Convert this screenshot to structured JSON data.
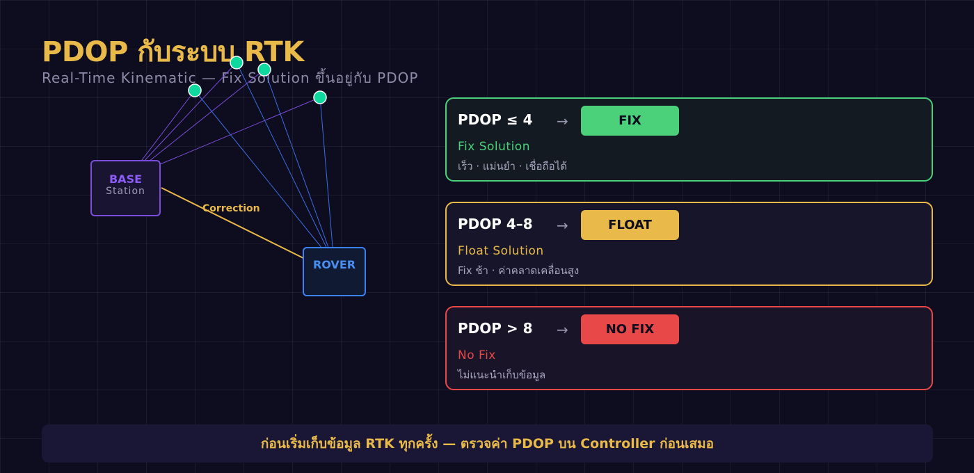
{
  "header": {
    "title": "PDOP กับระบบ RTK",
    "subtitle": "Real-Time Kinematic — Fix Solution ขึ้นอยู่กับ PDOP"
  },
  "diagram": {
    "base_label": "BASE",
    "base_sublabel": "Station",
    "rover_label": "ROVER",
    "correction_label": "Correction",
    "satellite_count": 4,
    "colors": {
      "base": "#8b5cf6",
      "rover": "#3b82f6",
      "correction": "#e9b949",
      "satellite": "#10d9a0"
    }
  },
  "cards": [
    {
      "pdop": "PDOP ≤ 4",
      "arrow": "→",
      "badge": "FIX",
      "solution": "Fix Solution",
      "description": "เร็ว · แม่นยำ · เชื่อถือได้",
      "color": "#4ad17a",
      "bg": "#141a22"
    },
    {
      "pdop": "PDOP 4–8",
      "arrow": "→",
      "badge": "FLOAT",
      "solution": "Float Solution",
      "description": "Fix ช้า · ค่าคลาดเคลื่อนสูง",
      "color": "#e9b949",
      "bg": "#17152a"
    },
    {
      "pdop": "PDOP > 8",
      "arrow": "→",
      "badge": "NO FIX",
      "solution": "No Fix",
      "description": "ไม่แนะนำเก็บข้อมูล",
      "color": "#e84848",
      "bg": "#1a1428"
    }
  ],
  "footer": {
    "text": "ก่อนเริ่มเก็บข้อมูล RTK ทุกครั้ง — ตรวจค่า PDOP บน Controller ก่อนเสมอ"
  }
}
